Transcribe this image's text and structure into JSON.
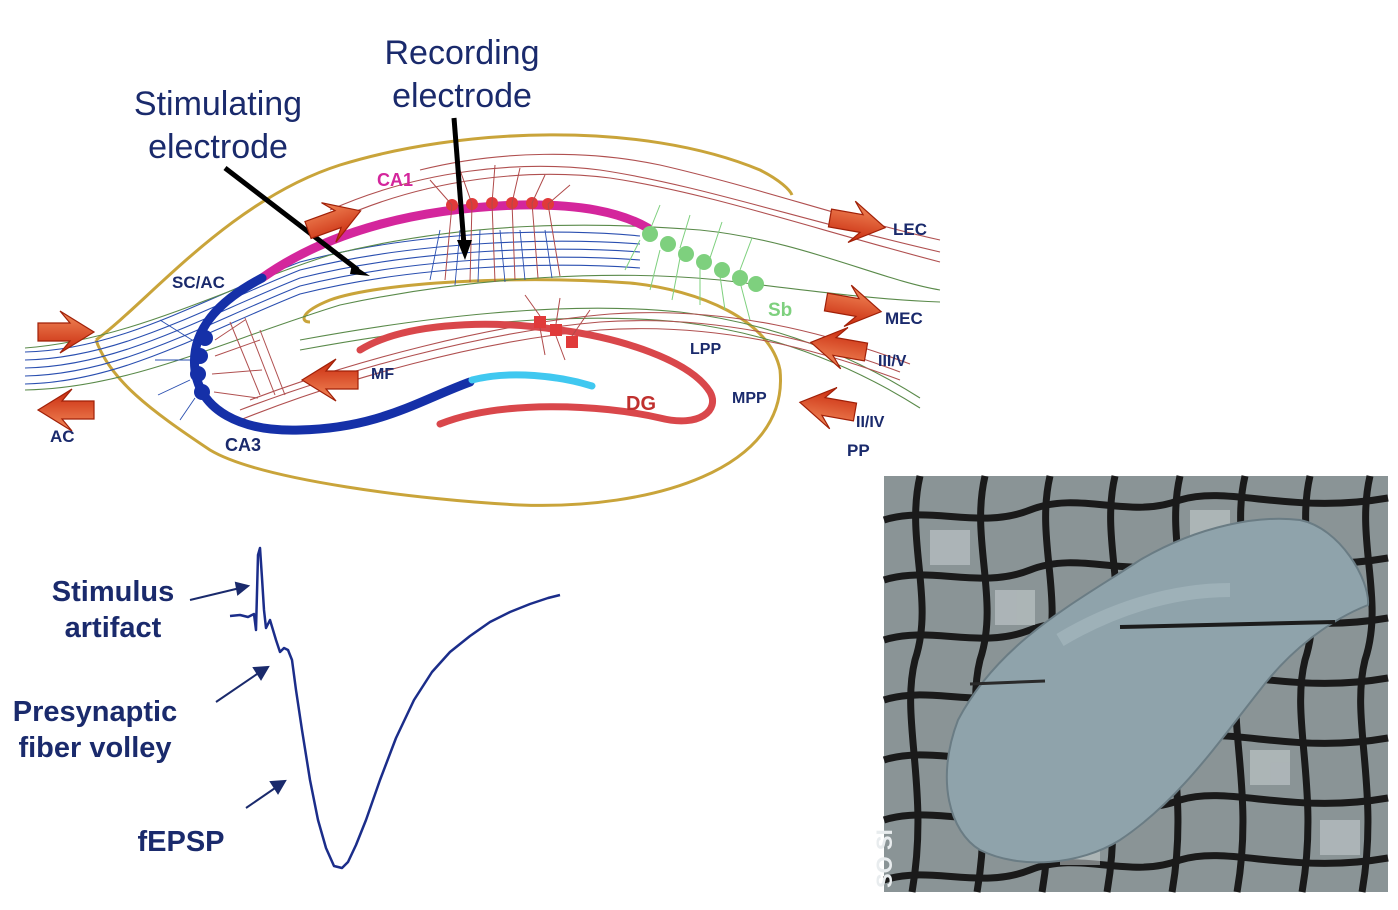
{
  "labels": {
    "recording": [
      "Recording",
      "electrode"
    ],
    "stimulating": [
      "Stimulating",
      "electrode"
    ],
    "stimulus_artifact": [
      "Stimulus",
      "artifact"
    ],
    "fiber_volley": [
      "Presynaptic",
      "fiber volley"
    ],
    "fepsp": "fEPSP"
  },
  "anatomy": {
    "ca1": "CA1",
    "ca3": "CA3",
    "dg": "DG",
    "sc_ac": "SC/AC",
    "ac": "AC",
    "mf": "MF",
    "lpp": "LPP",
    "mpp": "MPP",
    "lec": "LEC",
    "mec": "MEC",
    "sb": "Sb",
    "iii_v": "III/V",
    "ii_iv": "II/IV",
    "pp": "PP"
  },
  "photo": {
    "stamp": "SO SI"
  },
  "colors": {
    "label_text": "#1a2a6c",
    "outline": "#c9a43a",
    "ca1": "#d4269c",
    "ca3": "#1530a8",
    "dg": "#d9474b",
    "dg_granule": "#40c8f0",
    "subiculum": "#7ed07e",
    "arrow": "#e0401a",
    "trace": "#1b2d8a"
  }
}
